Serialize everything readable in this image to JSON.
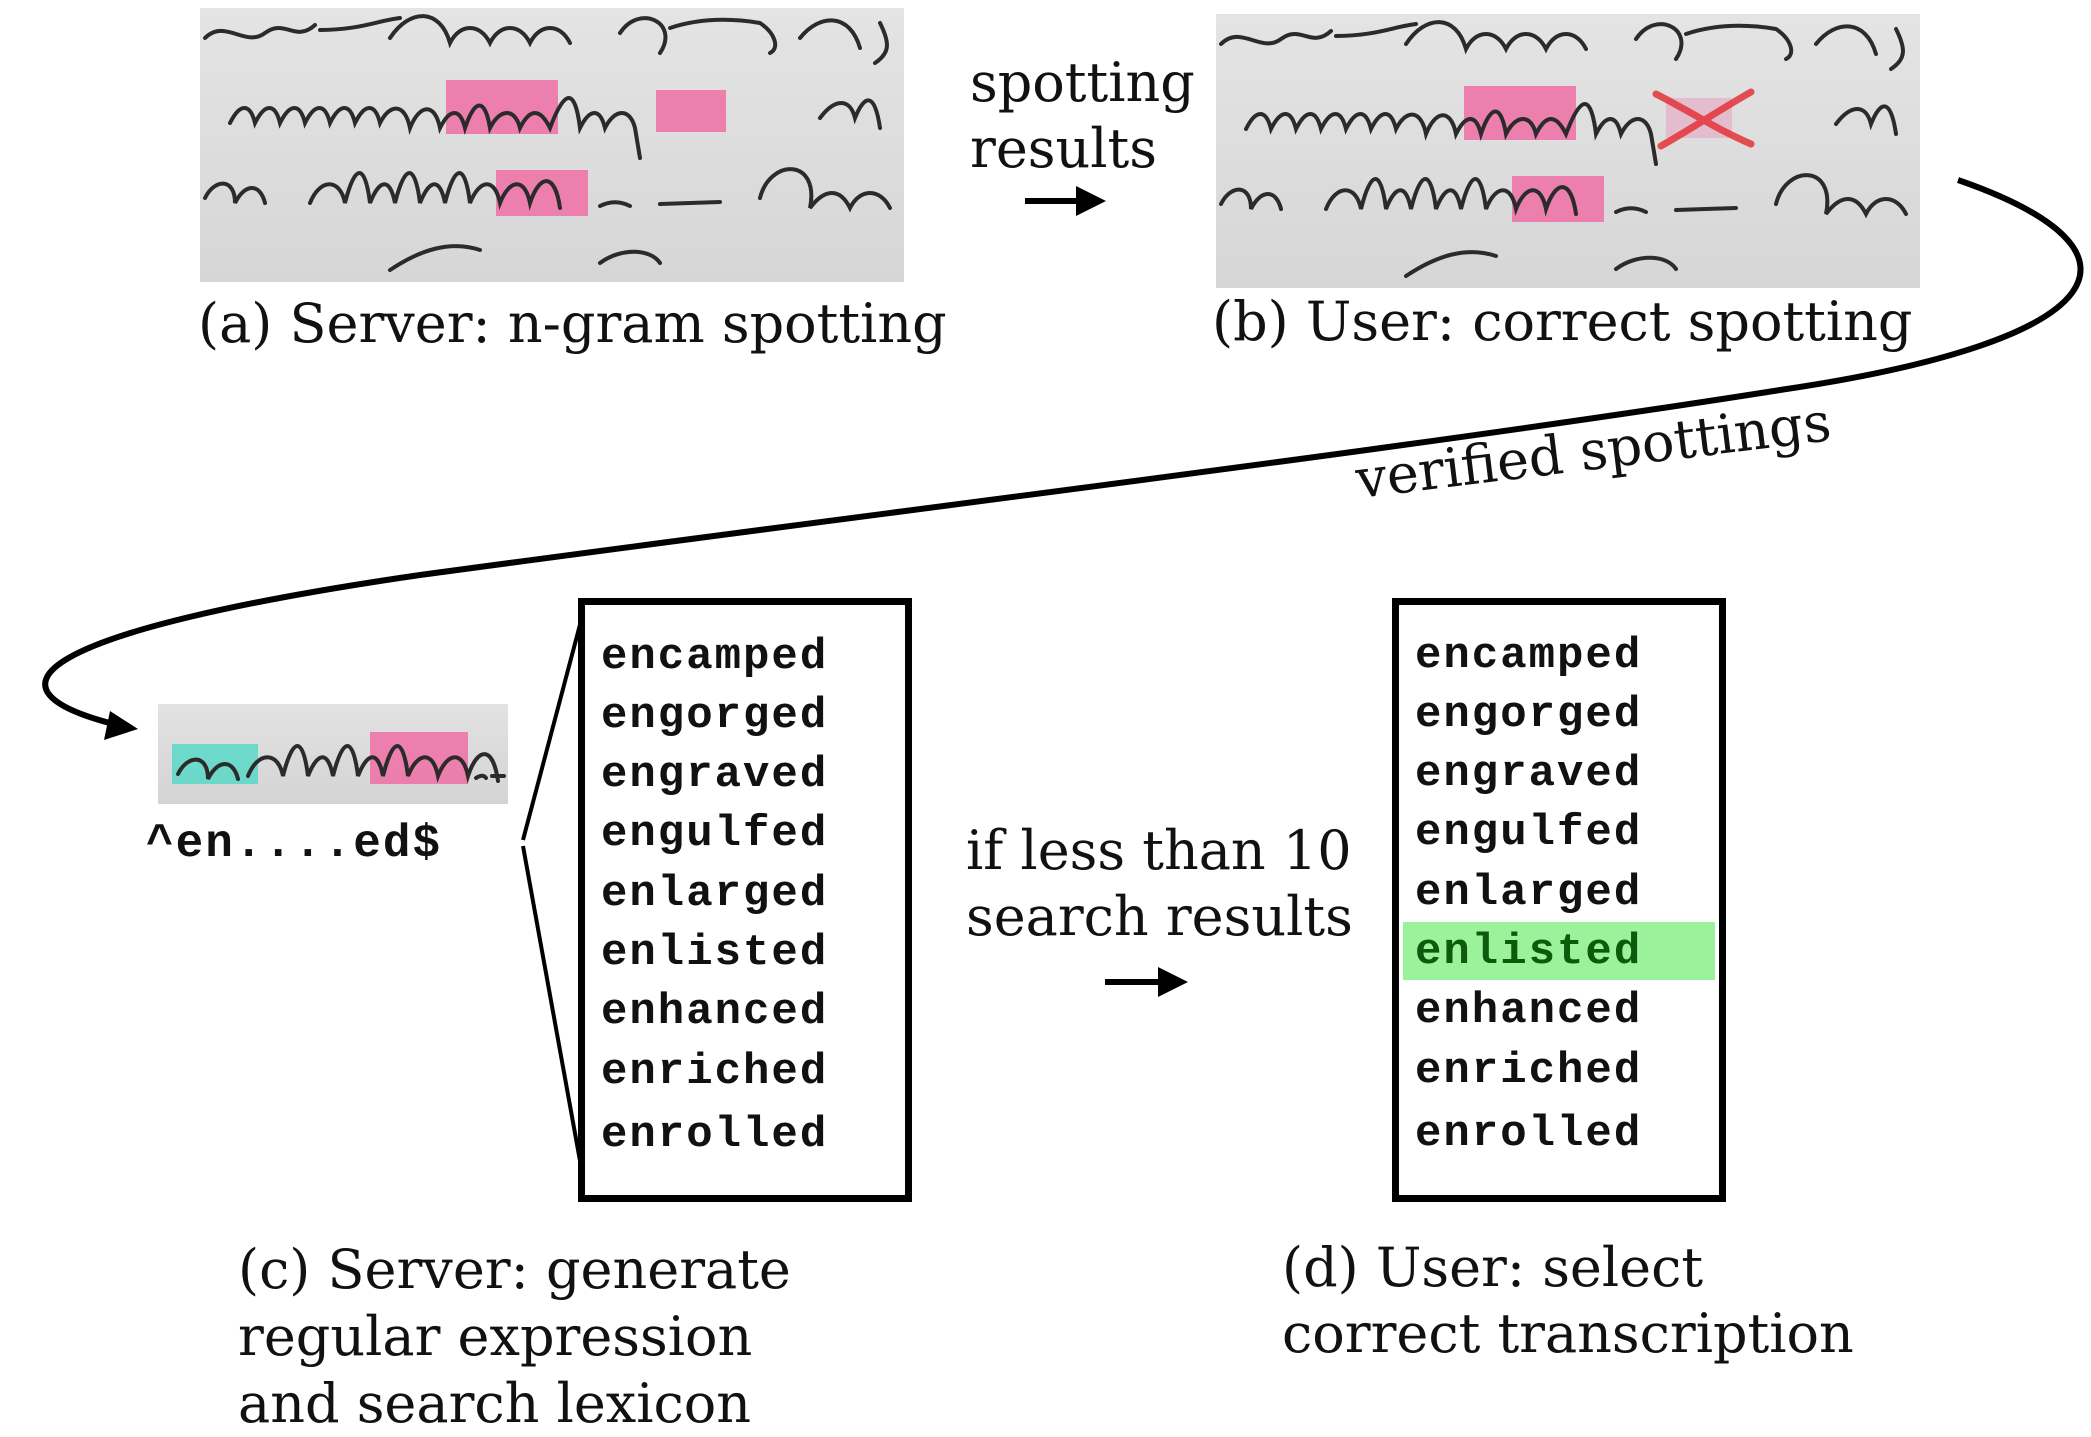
{
  "colors": {
    "spot_highlight": "#ee6fa6",
    "cyan_highlight": "#5fd8c9",
    "selected_highlight": "#9cf29a",
    "selected_text": "#0c5a0c",
    "reject_mark": "#e3343a"
  },
  "panel_a": {
    "caption": "(a) Server: n-gram spotting"
  },
  "panel_b": {
    "caption": "(b) User: correct spotting"
  },
  "arrow_ab": {
    "label_line1": "spotting",
    "label_line2": "results"
  },
  "curve_label": "verified spottings",
  "panel_c": {
    "regex": "^en....ed$",
    "caption_line1": "(c) Server: generate",
    "caption_line2": "regular expression",
    "caption_line3": "and search lexicon",
    "results": [
      "encamped",
      "engorged",
      "engraved",
      "engulfed",
      "enlarged",
      "enlisted",
      "enhanced",
      "enriched",
      "enrolled"
    ]
  },
  "arrow_cd": {
    "label_line1": "if less than 10",
    "label_line2": "search results"
  },
  "panel_d": {
    "caption_line1": "(d) User: select",
    "caption_line2": "correct transcription",
    "results": [
      "encamped",
      "engorged",
      "engraved",
      "engulfed",
      "enlarged",
      "enlisted",
      "enhanced",
      "enriched",
      "enrolled"
    ],
    "selected": "enlisted"
  }
}
